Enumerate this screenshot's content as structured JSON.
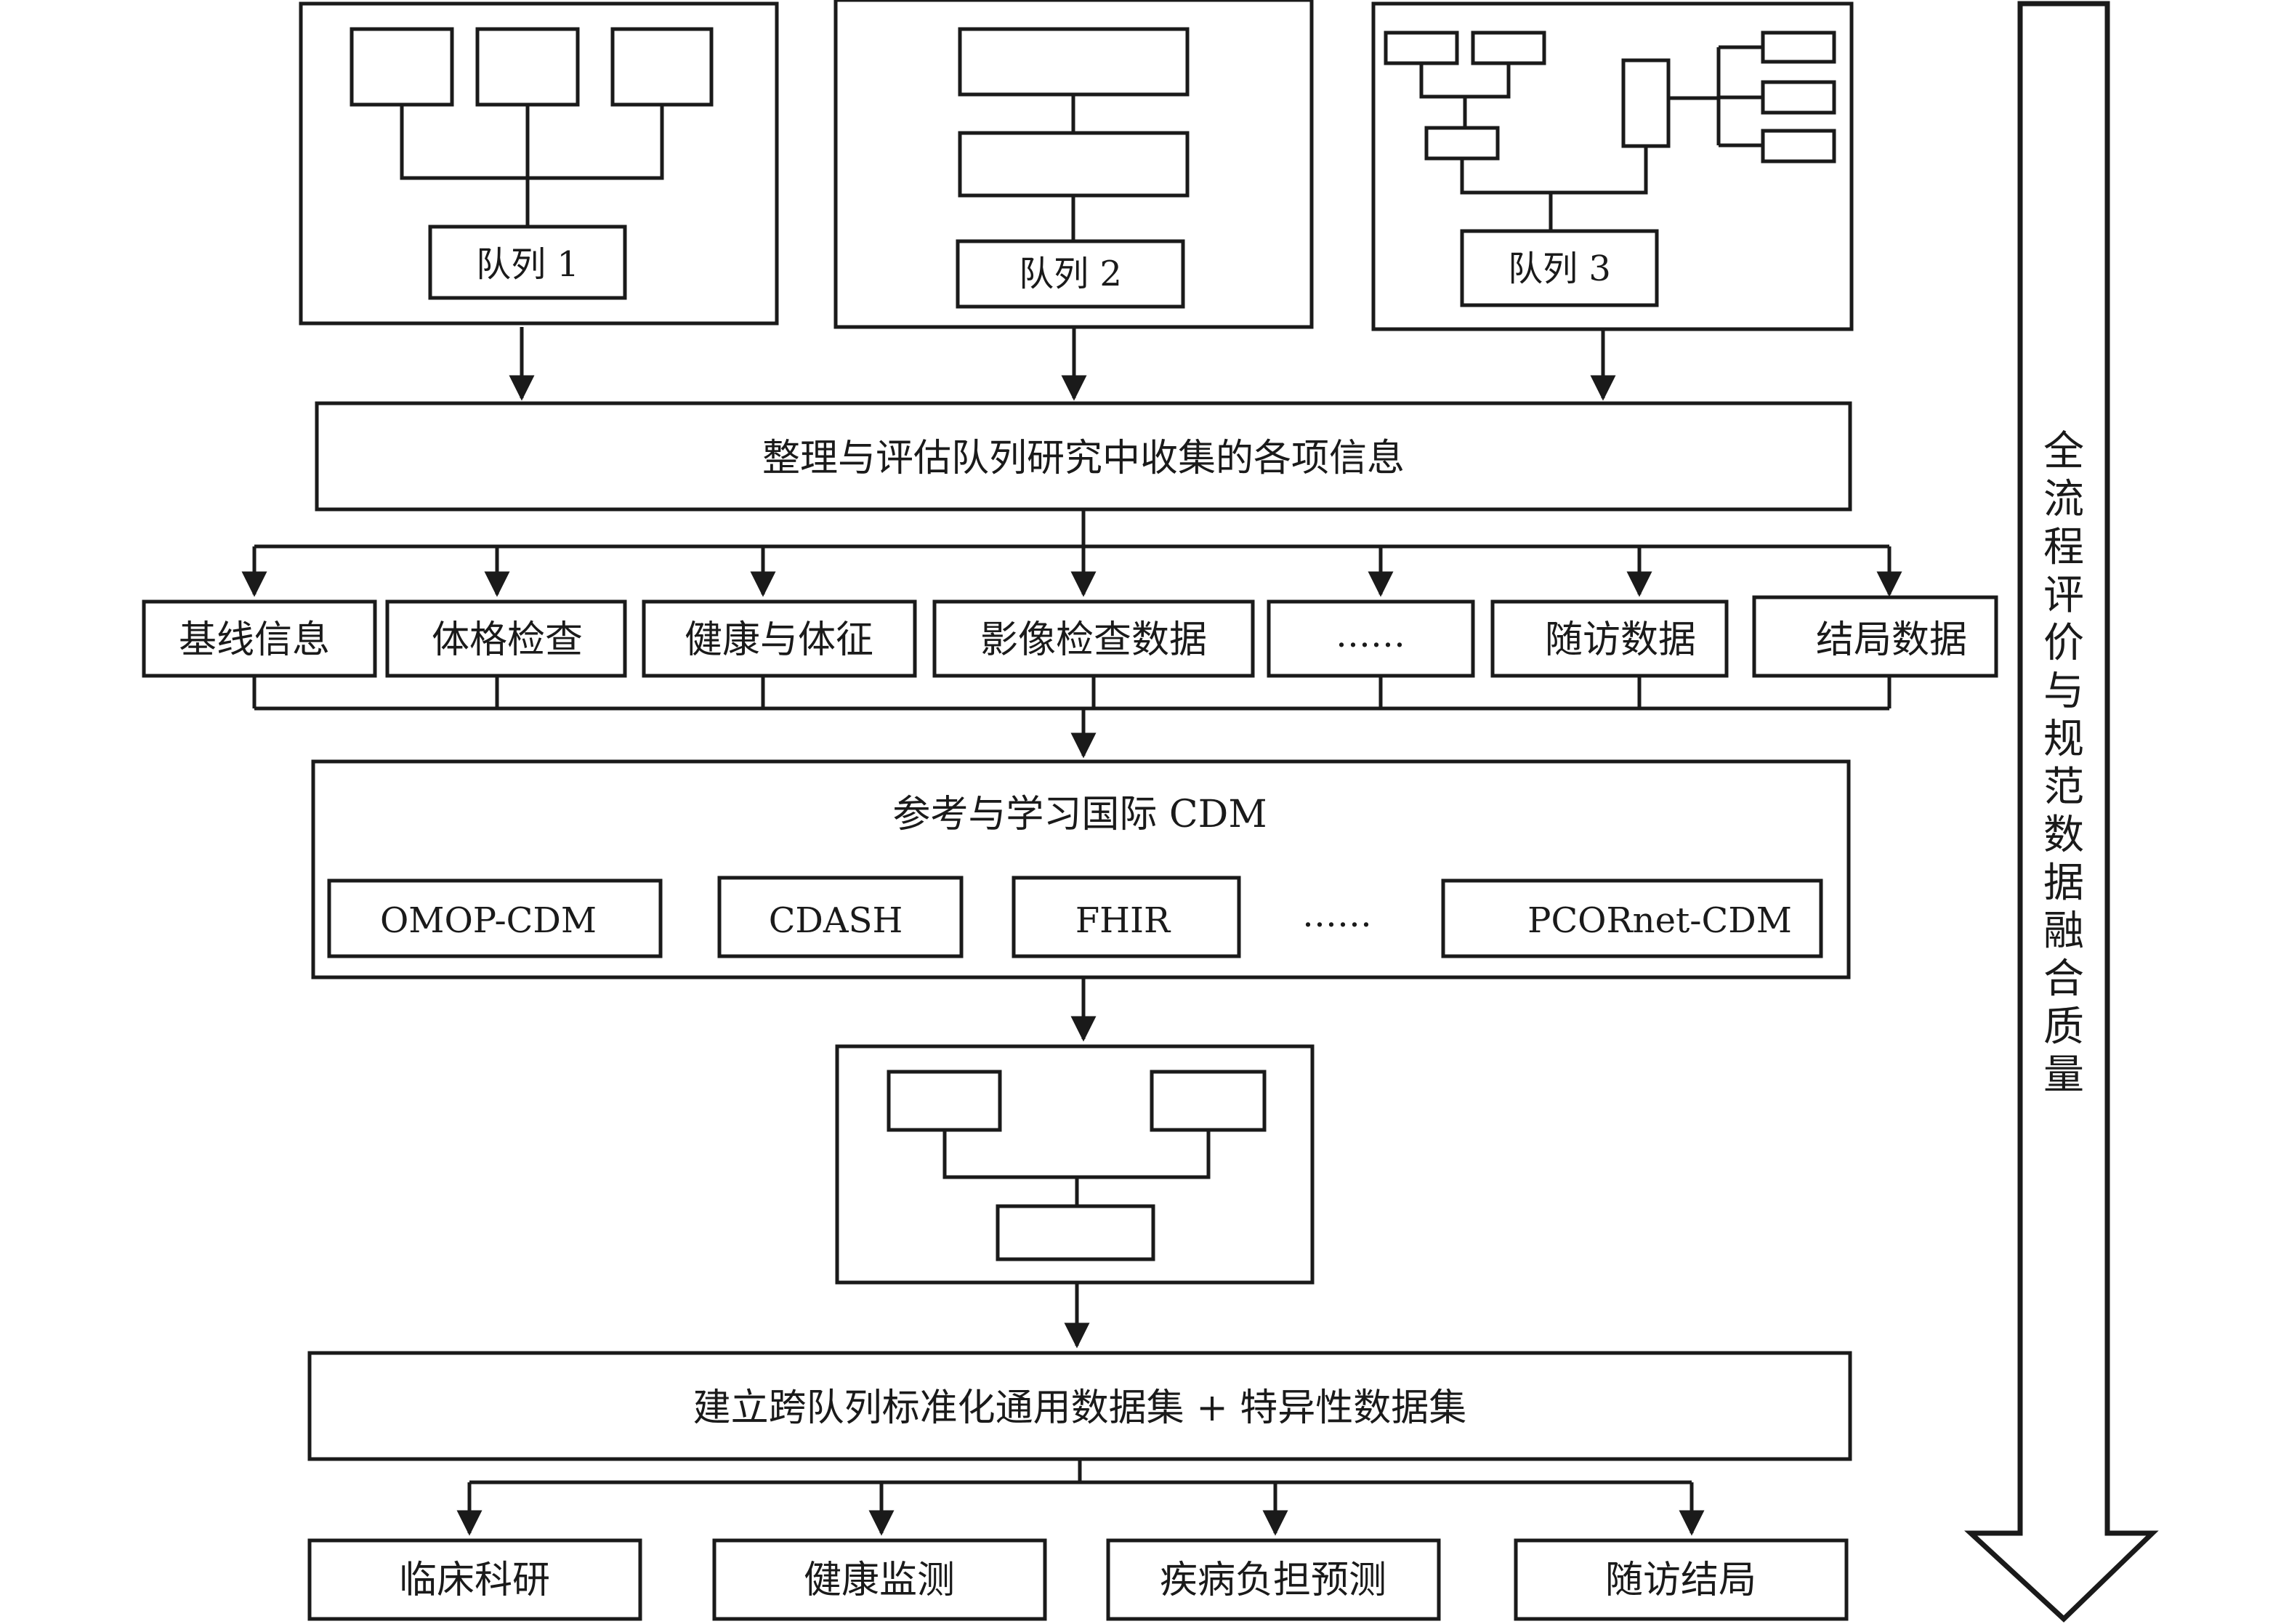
{
  "cohorts": [
    {
      "label": "队列 1"
    },
    {
      "label": "队列 2"
    },
    {
      "label": "队列 3"
    }
  ],
  "organize_step": {
    "label": "整理与评估队列研究中收集的各项信息"
  },
  "info_categories": [
    {
      "label": "基线信息"
    },
    {
      "label": "体格检查"
    },
    {
      "label": "健康与体征"
    },
    {
      "label": "影像检查数据"
    },
    {
      "label": "……"
    },
    {
      "label": "随访数据"
    },
    {
      "label": "结局数据"
    }
  ],
  "cdm_step": {
    "title": "参考与学习国际 CDM",
    "models": [
      {
        "label": "OMOP-CDM"
      },
      {
        "label": "CDASH"
      },
      {
        "label": "FHIR"
      },
      {
        "label": "……"
      },
      {
        "label": "PCORnet-CDM"
      }
    ]
  },
  "dataset_step": {
    "label": "建立跨队列标准化通用数据集 + 特异性数据集"
  },
  "applications": [
    {
      "label": "临床科研"
    },
    {
      "label": "健康监测"
    },
    {
      "label": "疾病负担预测"
    },
    {
      "label": "随访结局"
    }
  ],
  "side_arrow": {
    "label": "全流程评价与规范数据融合质量"
  }
}
